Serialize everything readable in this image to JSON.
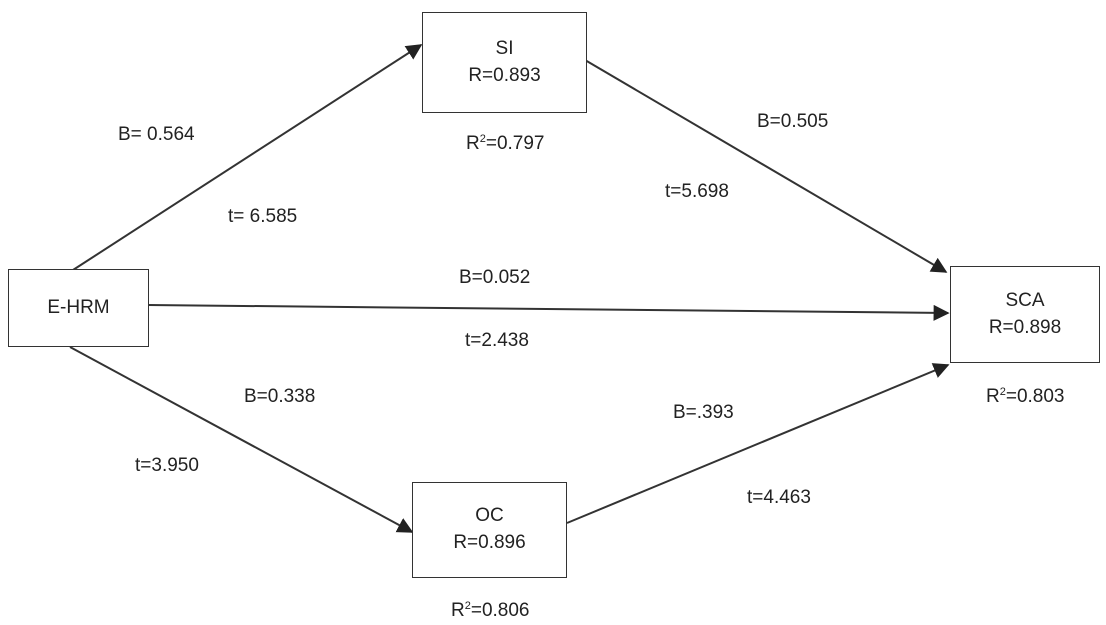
{
  "nodes": {
    "ehrm": {
      "name": "E-HRM"
    },
    "si": {
      "name": "SI",
      "r": "R=0.893",
      "r2_pre": "R",
      "r2_sup": "2",
      "r2_val": "=0.797"
    },
    "oc": {
      "name": "OC",
      "r": "R=0.896",
      "r2_pre": "R",
      "r2_sup": "2",
      "r2_val": "=0.806"
    },
    "sca": {
      "name": "SCA",
      "r": "R=0.898",
      "r2_pre": "R",
      "r2_sup": "2",
      "r2_val": "=0.803"
    }
  },
  "paths": {
    "ehrm_si": {
      "b": "B= 0.564",
      "t": "t= 6.585"
    },
    "si_sca": {
      "b": "B=0.505",
      "t": "t=5.698"
    },
    "ehrm_sca": {
      "b": "B=0.052",
      "t": "t=2.438"
    },
    "ehrm_oc": {
      "b": "B=0.338",
      "t": "t=3.950"
    },
    "oc_sca": {
      "b": "B=.393",
      "t": "t=4.463"
    }
  },
  "colors": {
    "line": "#333333",
    "text": "#222222"
  }
}
